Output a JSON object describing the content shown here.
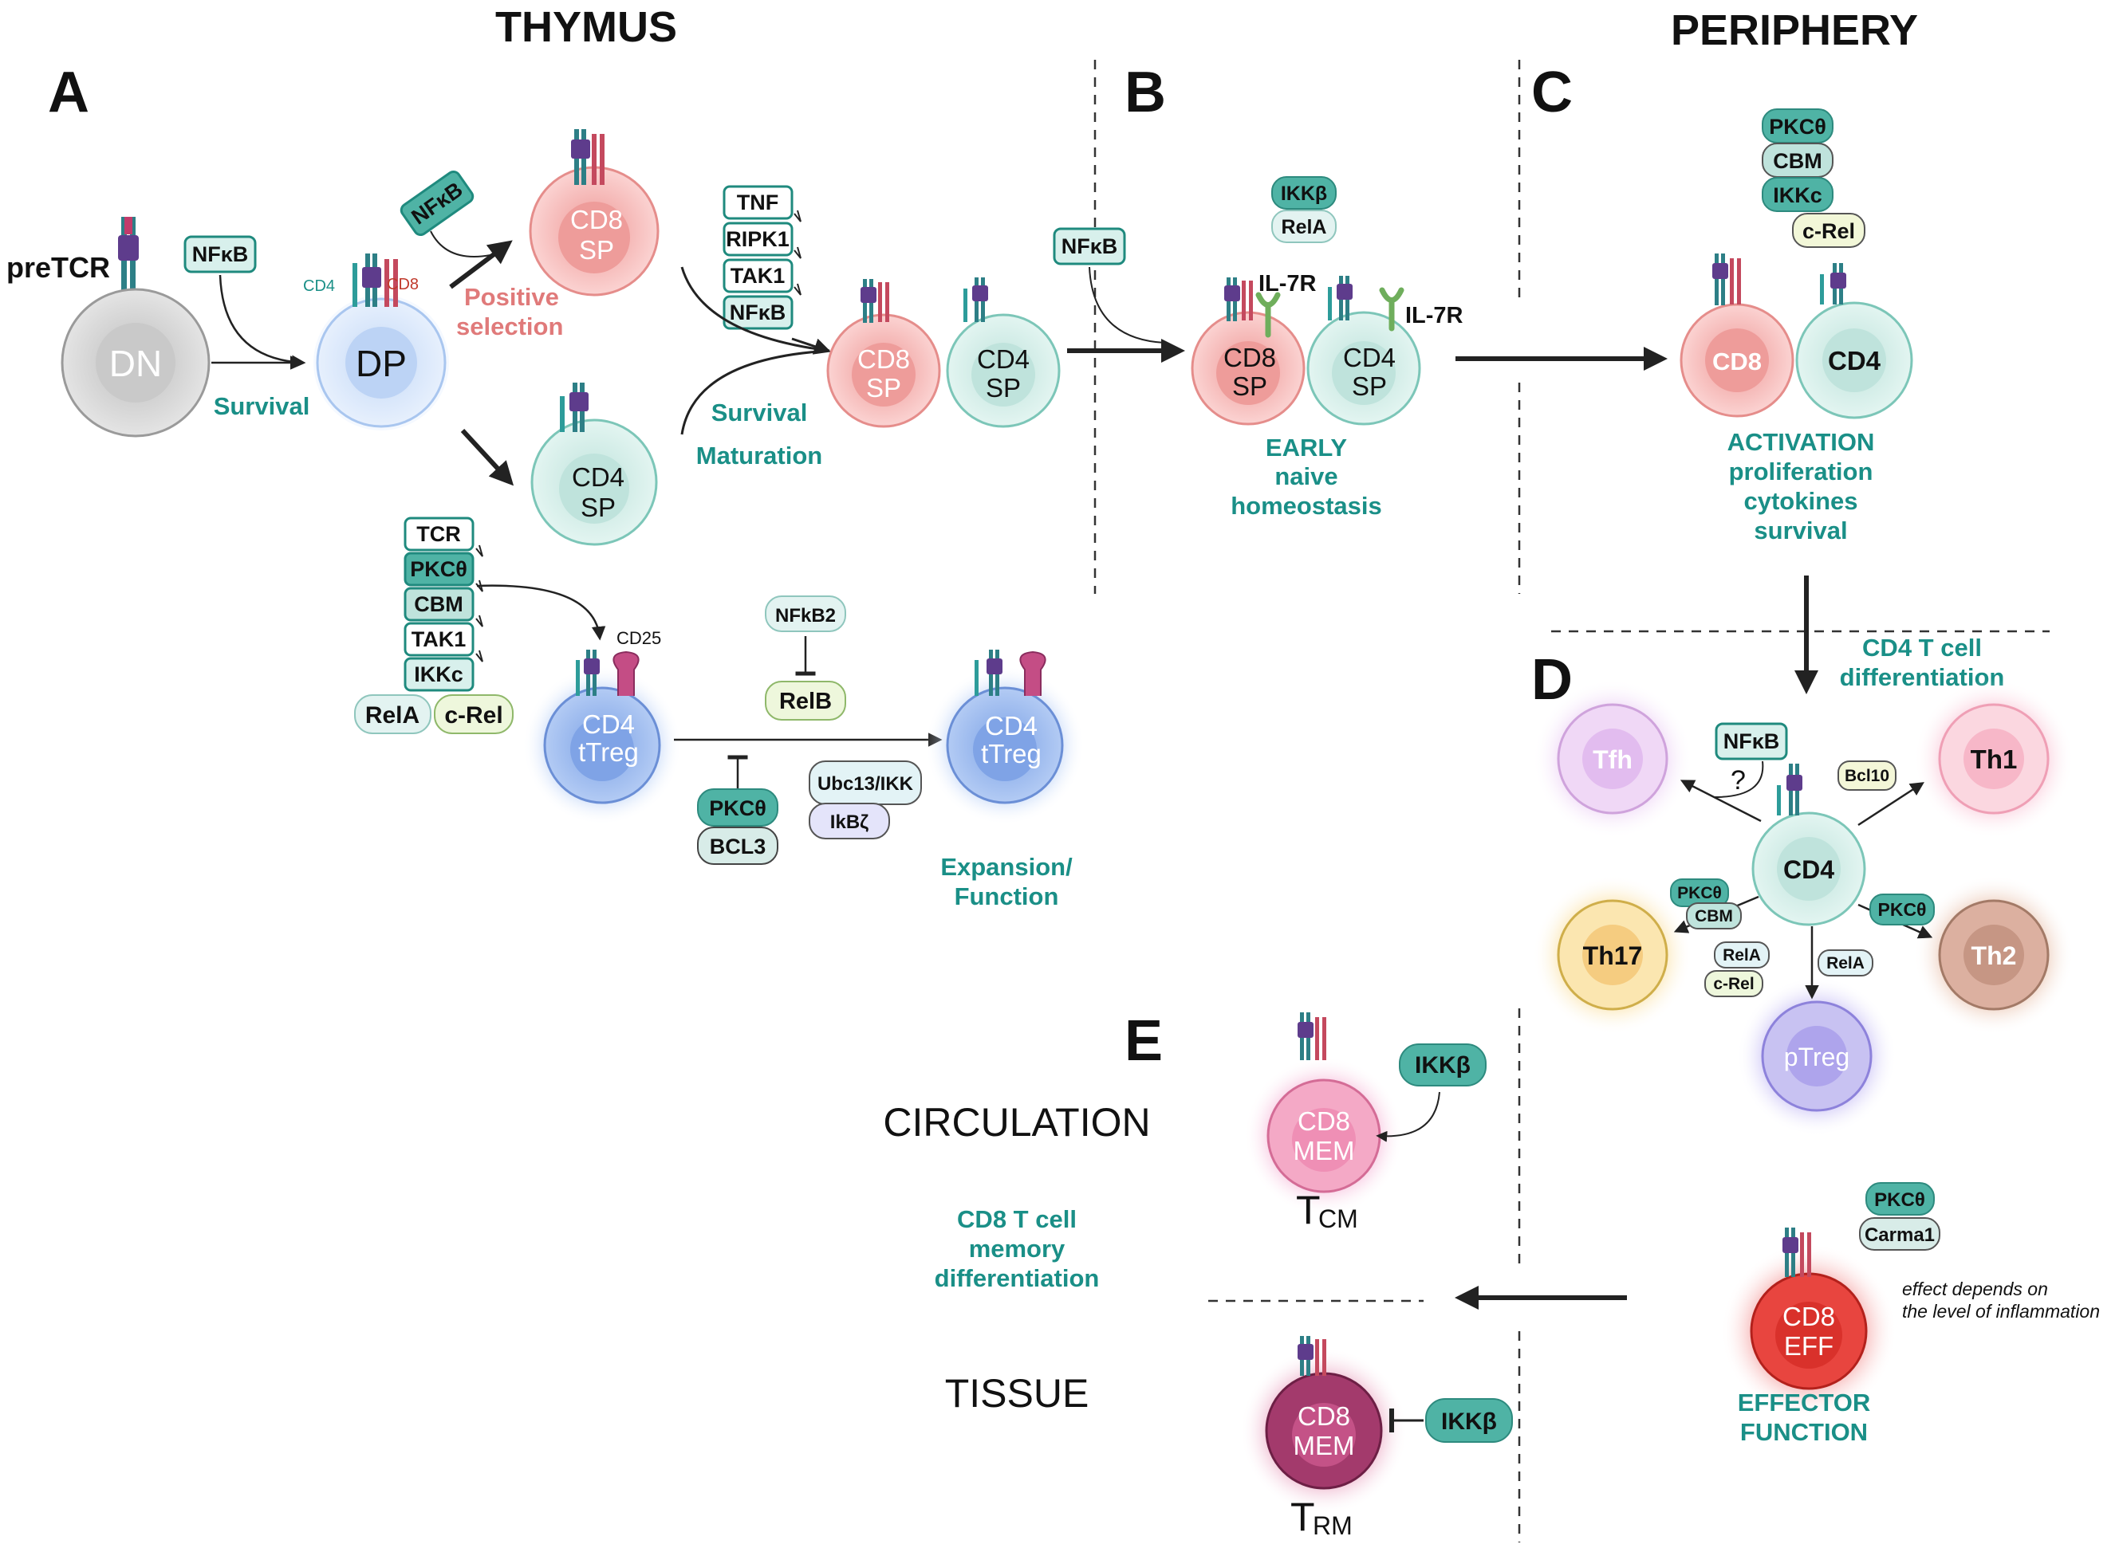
{
  "headers": {
    "thymus": "THYMUS",
    "periphery": "PERIPHERY"
  },
  "panels": {
    "a": "A",
    "b": "B",
    "c": "C",
    "d": "D",
    "e": "E"
  },
  "panel_a": {
    "pretcr": "preTCR",
    "dn": "DN",
    "dp": "DP",
    "cd4_marker": "CD4",
    "cd8_marker": "CD8",
    "nfkb": "NFκB",
    "survival": "Survival",
    "positive_selection_1": "Positive",
    "positive_selection_2": "selection",
    "cd8sp_1": "CD8",
    "cd8sp_2": "SP",
    "cd4sp_1": "CD4",
    "cd4sp_2": "SP",
    "stack": [
      "TNF",
      "RIPK1",
      "TAK1",
      "NFκB"
    ],
    "mature_cd8_1": "CD8",
    "mature_cd8_2": "SP",
    "mature_cd4_1": "CD4",
    "mature_cd4_2": "SP",
    "survival2": "Survival",
    "maturation": "Maturation",
    "treg_stack": [
      "TCR",
      "PKCθ",
      "CBM",
      "TAK1",
      "IKKc"
    ],
    "rela": "RelA",
    "crel": "c-Rel",
    "cd25": "CD25",
    "ttreg_1": "CD4",
    "ttreg_2": "tTreg",
    "nfkb2": "NFkB2",
    "relb": "RelB",
    "pkct": "PKCθ",
    "bcl3": "BCL3",
    "ubc13": "Ubc13/IKK",
    "ikbz": "IkBζ",
    "ttreg2_1": "CD4",
    "ttreg2_2": "tTreg",
    "expansion_1": "Expansion/",
    "expansion_2": "Function"
  },
  "panel_b": {
    "nfkb": "NFκB",
    "ikkb": "IKKβ",
    "rela": "RelA",
    "il7r_1": "IL-7R",
    "il7r_2": "IL-7R",
    "cd8_1": "CD8",
    "cd8_2": "SP",
    "cd4_1": "CD4",
    "cd4_2": "SP",
    "label_1": "EARLY",
    "label_2": "naive",
    "label_3": "homeostasis"
  },
  "panel_c": {
    "stack": [
      "PKCθ",
      "CBM",
      "IKKc"
    ],
    "crel": "c-Rel",
    "cd8": "CD8",
    "cd4": "CD4",
    "label_1": "ACTIVATION",
    "label_2": "proliferation",
    "label_3": "cytokines",
    "label_4": "survival"
  },
  "panel_d": {
    "title_1": "CD4 T cell",
    "title_2": "differentiation",
    "tfh": "Tfh",
    "th1": "Th1",
    "th17": "Th17",
    "th2": "Th2",
    "ptreg": "pTreg",
    "cd4": "CD4",
    "nfkb": "NFκB",
    "question": "?",
    "bcl10": "Bcl10",
    "pkct_left": "PKCθ",
    "cbm": "CBM",
    "rela_left": "RelA",
    "crel": "c-Rel",
    "rela_bottom": "RelA",
    "pkct_right": "PKCθ"
  },
  "panel_e": {
    "circulation": "CIRCULATION",
    "tissue": "TISSUE",
    "title_1": "CD8 T cell",
    "title_2": "memory",
    "title_3": "differentiation",
    "mem1_1": "CD8",
    "mem1_2": "MEM",
    "mem2_1": "CD8",
    "mem2_2": "MEM",
    "ikkb_top": "IKKβ",
    "ikkb_bottom": "IKKβ",
    "tcm_main": "T",
    "tcm_sub": "CM",
    "trm_main": "T",
    "trm_sub": "RM",
    "pkct": "PKCθ",
    "carma1": "Carma1",
    "eff_1": "CD8",
    "eff_2": "EFF",
    "note_1": "effect depends on",
    "note_2": "the level of inflammation",
    "effector_1": "EFFECTOR",
    "effector_2": "FUNCTION"
  },
  "colors": {
    "teal": "#1a8f87",
    "box_fill": "#d8f0ec",
    "box_stroke": "#1f8a7e",
    "dark_box": "#4fb3a5",
    "cd8_pink": "#f2a5a3",
    "cd4_green": "#cfece6",
    "treg_blue": "#8fb2ec"
  }
}
